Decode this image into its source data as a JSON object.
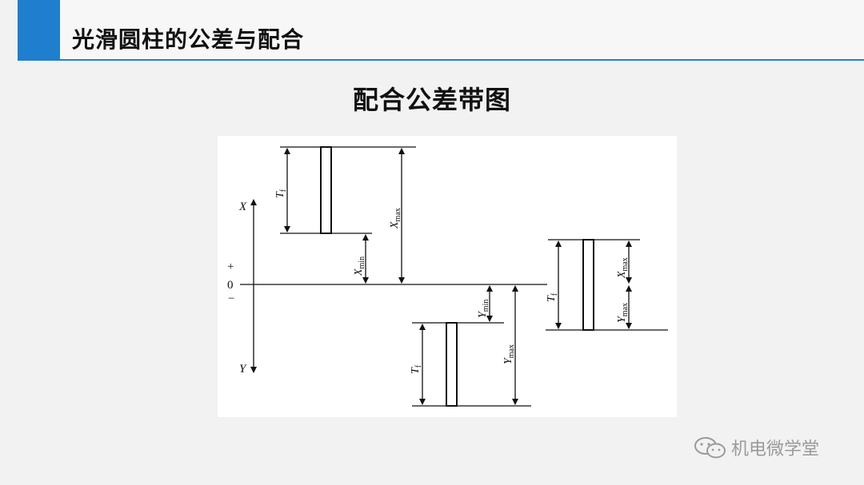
{
  "header": {
    "title": "光滑圆柱的公差与配合"
  },
  "slide": {
    "title": "配合公差带图"
  },
  "diagram": {
    "axis": {
      "top": "X",
      "bottom": "Y",
      "plus": "+",
      "zero": "0",
      "minus": "−"
    },
    "clearance_fit": {
      "tf_symbol": "T",
      "tf_sub": "f",
      "max_symbol": "X",
      "max_sub": "max",
      "min_symbol": "X",
      "min_sub": "min"
    },
    "interference_fit": {
      "tf_symbol": "T",
      "tf_sub": "f",
      "max_symbol": "Y",
      "max_sub": "max",
      "min_symbol": "Y",
      "min_sub": "min"
    },
    "transition_fit": {
      "tf_symbol": "T",
      "tf_sub": "f",
      "xmax_symbol": "X",
      "xmax_sub": "max",
      "ymax_symbol": "Y",
      "ymax_sub": "max"
    }
  },
  "watermark": {
    "text": "机电微学堂",
    "icon": "wechat-icon"
  }
}
